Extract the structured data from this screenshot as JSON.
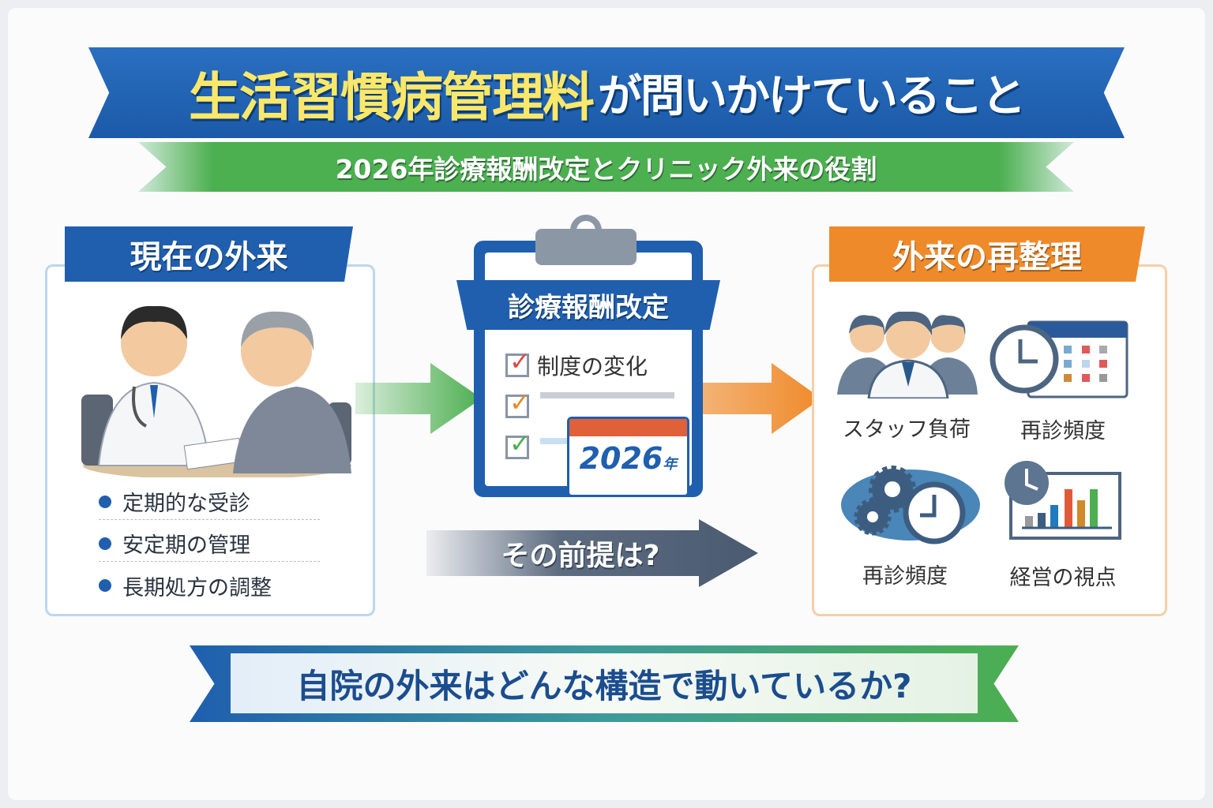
{
  "title": {
    "highlight": "生活習慣病管理料",
    "rest": "が問いかけていること"
  },
  "subtitle": "2026年診療報酬改定とクリニック外来の役割",
  "left_panel": {
    "header": "現在の外来",
    "bullets": [
      "定期的な受診",
      "安定期の管理",
      "長期処方の調整"
    ]
  },
  "center": {
    "banner": "診療報酬改定",
    "checklist": [
      {
        "label": "制度の変化",
        "check_color": "#e04848"
      },
      {
        "label": "",
        "check_color": "#e88a2a"
      },
      {
        "label": "",
        "check_color": "#4caf50"
      }
    ],
    "calendar": {
      "year": "2026",
      "suffix": "年"
    },
    "question_arrow": "その前提は?"
  },
  "right_panel": {
    "header": "外来の再整理",
    "items": [
      {
        "label": "スタッフ負荷",
        "icon": "staff-icon"
      },
      {
        "label": "再診頻度",
        "icon": "clock-calendar-icon"
      },
      {
        "label": "再診頻度",
        "icon": "gears-clock-icon"
      },
      {
        "label": "経営の視点",
        "icon": "bar-chart-clock-icon"
      }
    ]
  },
  "footer_question": "自院の外来はどんな構造で動いているか?",
  "colors": {
    "blue": "#1f5fae",
    "green": "#4caf50",
    "orange": "#ef8a2a",
    "yellow": "#fbe86a"
  }
}
